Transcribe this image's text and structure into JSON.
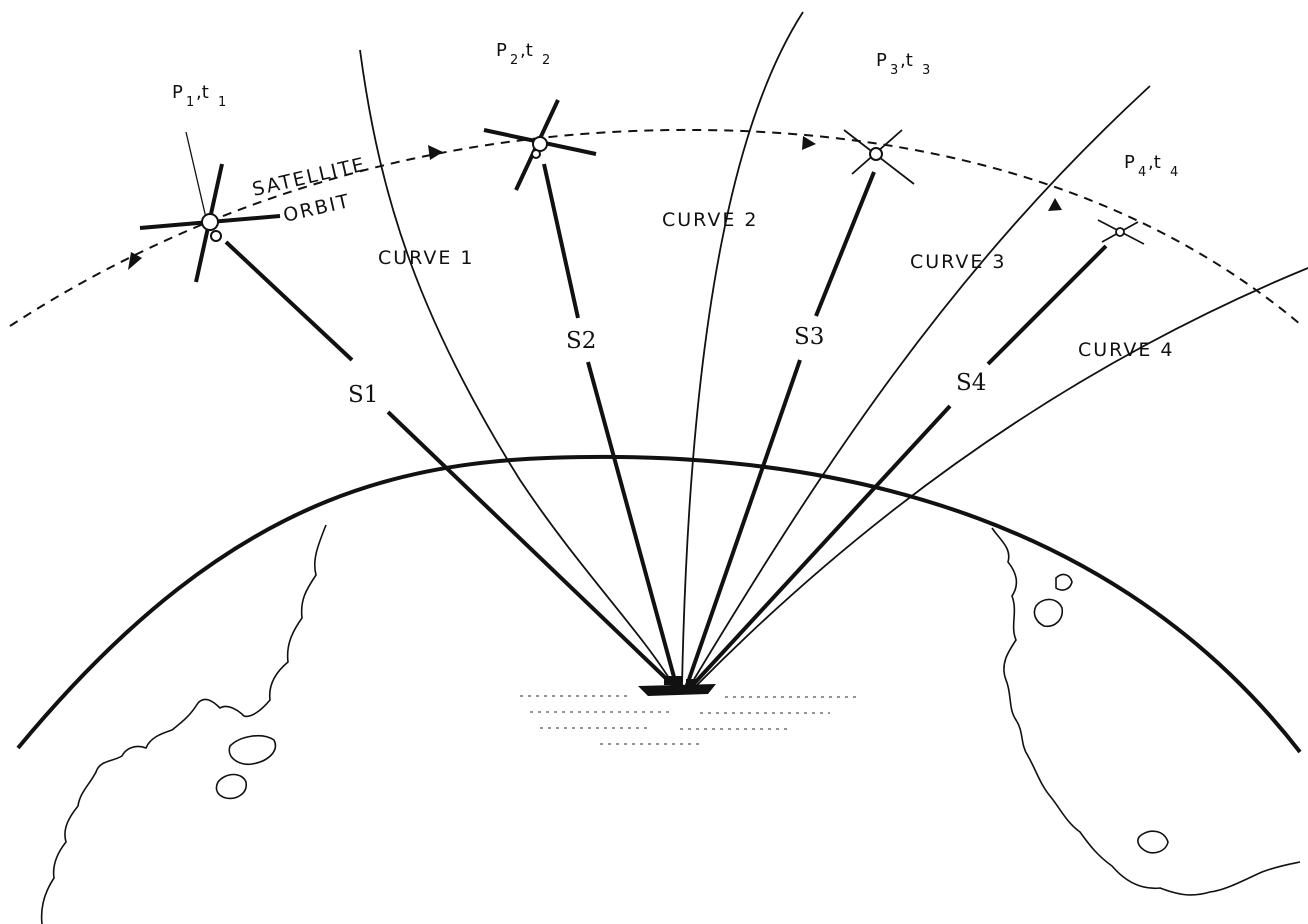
{
  "orbit": {
    "label_line1": "SATELLITE",
    "label_line2": "ORBIT"
  },
  "positions": [
    {
      "main": "P",
      "sub1": "1",
      "sep": ",t",
      "sub2": "1"
    },
    {
      "main": "P",
      "sub1": "2",
      "sep": ",t",
      "sub2": "2"
    },
    {
      "main": "P",
      "sub1": "3",
      "sep": ",t",
      "sub2": "3"
    },
    {
      "main": "P",
      "sub1": "4",
      "sep": ",t",
      "sub2": "4"
    }
  ],
  "curves": [
    {
      "label": "CURVE 1"
    },
    {
      "label": "CURVE 2"
    },
    {
      "label": "CURVE 3"
    },
    {
      "label": "CURVE 4"
    }
  ],
  "signals": [
    {
      "label": "S1"
    },
    {
      "label": "S2"
    },
    {
      "label": "S3"
    },
    {
      "label": "S4"
    }
  ],
  "colors": {
    "ink": "#111111",
    "background": "#ffffff"
  }
}
